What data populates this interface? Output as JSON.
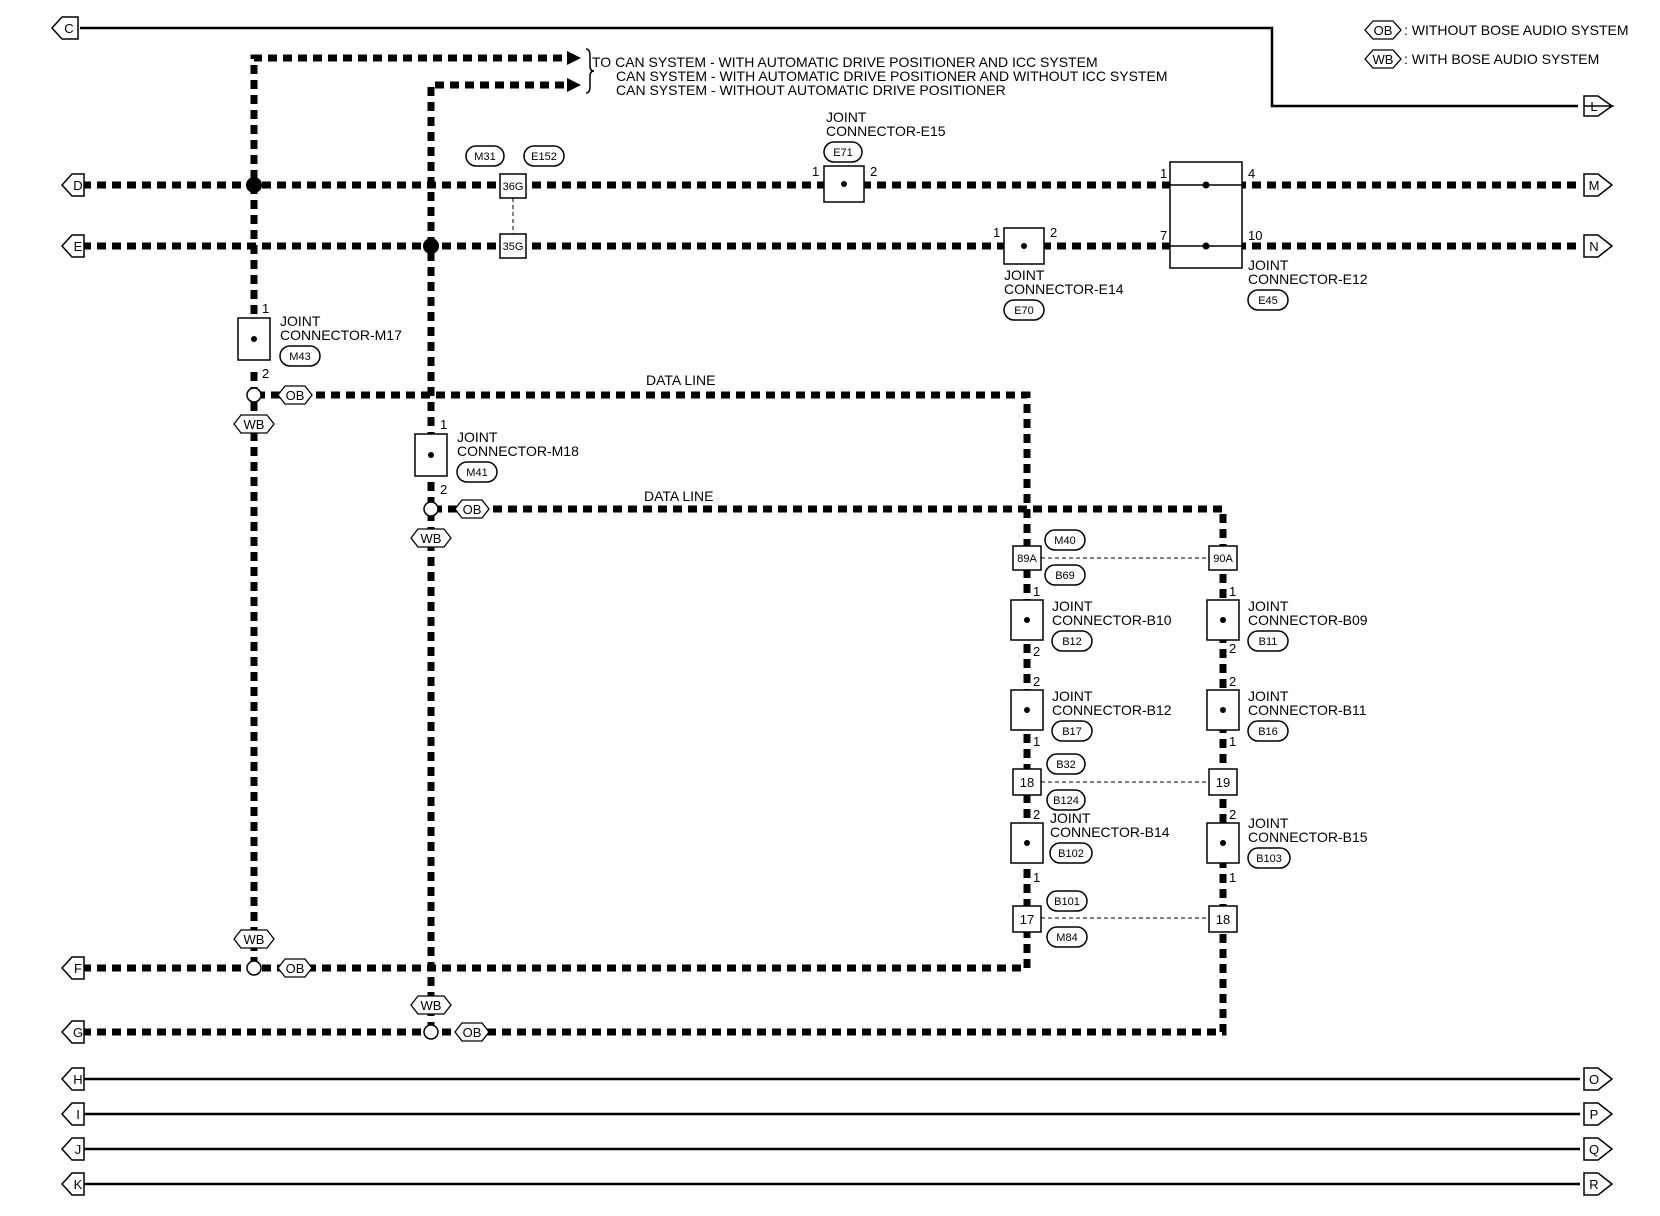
{
  "legend": {
    "ob": {
      "code": "OB",
      "text": ": WITHOUT BOSE AUDIO SYSTEM"
    },
    "wb": {
      "code": "WB",
      "text": ": WITH BOSE AUDIO SYSTEM"
    }
  },
  "can_note": [
    "TO CAN SYSTEM - WITH AUTOMATIC DRIVE POSITIONER AND ICC SYSTEM",
    "CAN SYSTEM - WITH AUTOMATIC DRIVE POSITIONER AND WITHOUT ICC SYSTEM",
    "CAN SYSTEM - WITHOUT AUTOMATIC DRIVE POSITIONER"
  ],
  "terminals": {
    "left": [
      "C",
      "D",
      "E",
      "F",
      "G",
      "H",
      "I",
      "J",
      "K"
    ],
    "right": [
      "L",
      "M",
      "N",
      "O",
      "P",
      "Q",
      "R"
    ]
  },
  "harness": {
    "m31": "M31",
    "e152": "E152",
    "p36g": "36G",
    "p35g": "35G"
  },
  "joints": {
    "e15": {
      "l1": "JOINT",
      "l2": "CONNECTOR-E15",
      "code": "E71",
      "p1": "1",
      "p2": "2"
    },
    "e14": {
      "l1": "JOINT",
      "l2": "CONNECTOR-E14",
      "code": "E70",
      "p1": "1",
      "p2": "2"
    },
    "e12": {
      "l1": "JOINT",
      "l2": "CONNECTOR-E12",
      "code": "E45",
      "p1": "1",
      "p4": "4",
      "p7": "7",
      "p10": "10"
    },
    "m17": {
      "l1": "JOINT",
      "l2": "CONNECTOR-M17",
      "code": "M43",
      "p1": "1",
      "p2": "2"
    },
    "m18": {
      "l1": "JOINT",
      "l2": "CONNECTOR-M18",
      "code": "M41",
      "p1": "1",
      "p2": "2"
    },
    "b10": {
      "l1": "JOINT",
      "l2": "CONNECTOR-B10",
      "code": "B12",
      "pa": "1",
      "pb": "2"
    },
    "b09": {
      "l1": "JOINT",
      "l2": "CONNECTOR-B09",
      "code": "B11",
      "pa": "1",
      "pb": "2"
    },
    "b12": {
      "l1": "JOINT",
      "l2": "CONNECTOR-B12",
      "code": "B17",
      "pa": "2",
      "pb": "1"
    },
    "b11": {
      "l1": "JOINT",
      "l2": "CONNECTOR-B11",
      "code": "B16",
      "pa": "2",
      "pb": "1"
    },
    "b14": {
      "l1": "JOINT",
      "l2": "CONNECTOR-B14",
      "code": "B102",
      "pa": "2",
      "pb": "1"
    },
    "b15": {
      "l1": "JOINT",
      "l2": "CONNECTOR-B15",
      "code": "B103",
      "pa": "2",
      "pb": "1"
    }
  },
  "data_line": [
    "DATA LINE",
    "DATA LINE"
  ],
  "inline_connectors": {
    "m40": "M40",
    "b69": "B69",
    "p89a": "89A",
    "p90a": "90A",
    "b32": "B32",
    "b124": "B124",
    "p18a": "18",
    "p19": "19",
    "b101": "B101",
    "m84": "M84",
    "p17": "17",
    "p18b": "18"
  },
  "tags": {
    "ob": "OB",
    "wb": "WB"
  }
}
